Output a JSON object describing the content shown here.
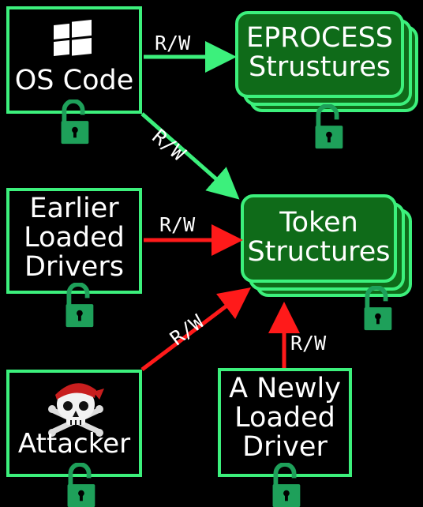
{
  "colors": {
    "accent": "#3cf07c",
    "box_fill": "#0f6b19",
    "danger": "#ff1a1a",
    "lock": "#1ea05a"
  },
  "nodes": {
    "os_code": {
      "label": "OS Code",
      "icon": "windows-logo-icon"
    },
    "eprocess": {
      "line1": "EPROCESS",
      "line2": "Strustures"
    },
    "earlier_drivers": {
      "line1": "Earlier",
      "line2": "Loaded",
      "line3": "Drivers"
    },
    "token": {
      "line1": "Token",
      "line2": "Structures"
    },
    "attacker": {
      "label": "Attacker",
      "icon": "pirate-skull-icon"
    },
    "new_driver": {
      "line1": "A Newly",
      "line2": "Loaded",
      "line3": "Driver"
    }
  },
  "edges": {
    "os_to_eprocess": "R/W",
    "os_to_token": "R/W",
    "drivers_to_token": "R/W",
    "attacker_to_token": "R/W",
    "newdriver_to_token": "R/W"
  },
  "icons": {
    "lock": "unlocked-padlock-icon"
  }
}
